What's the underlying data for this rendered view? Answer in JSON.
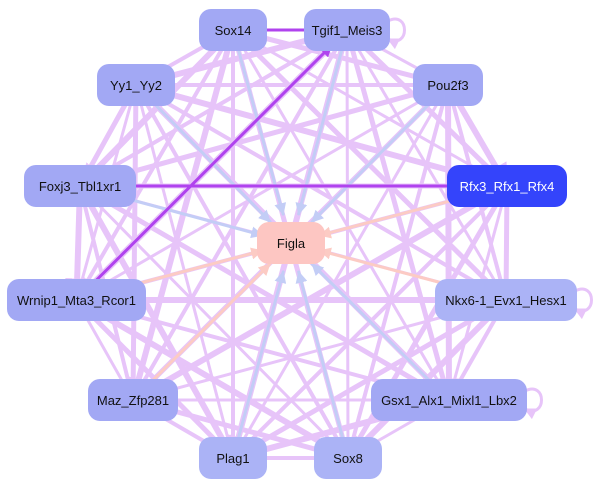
{
  "graph": {
    "nodes": [
      {
        "id": "sox14",
        "label": "Sox14",
        "kind": "regulator"
      },
      {
        "id": "tgif1",
        "label": "Tgif1_Meis3",
        "kind": "regulator"
      },
      {
        "id": "yy1",
        "label": "Yy1_Yy2",
        "kind": "regulator"
      },
      {
        "id": "pou2f3",
        "label": "Pou2f3",
        "kind": "regulator"
      },
      {
        "id": "foxj3",
        "label": "Foxj3_Tbl1xr1",
        "kind": "regulator"
      },
      {
        "id": "rfx3",
        "label": "Rfx3_Rfx1_Rfx4",
        "kind": "highlight"
      },
      {
        "id": "figla",
        "label": "Figla",
        "kind": "target"
      },
      {
        "id": "wrnip1",
        "label": "Wrnip1_Mta3_Rcor1",
        "kind": "regulator"
      },
      {
        "id": "nkx6",
        "label": "Nkx6-1_Evx1_Hesx1",
        "kind": "regulator-light"
      },
      {
        "id": "maz",
        "label": "Maz_Zfp281",
        "kind": "regulator"
      },
      {
        "id": "gsx1",
        "label": "Gsx1_Alx1_Mixl1_Lbx2",
        "kind": "regulator"
      },
      {
        "id": "plag1",
        "label": "Plag1",
        "kind": "regulator-light"
      },
      {
        "id": "sox8",
        "label": "Sox8",
        "kind": "regulator-light"
      }
    ],
    "colors": {
      "regulator": "#a2a8f4",
      "regulator_light": "#abb3f6",
      "target": "#fdc6c2",
      "highlight": "#3444fb",
      "edge_mesh": "#e7c4f9",
      "edge_blue": "#c3cdf6",
      "edge_salmon": "#fccbc4",
      "edge_purple": "#b043ee"
    },
    "self_loops": [
      "tgif1",
      "nkx6",
      "gsx1"
    ],
    "purple_edges": [
      [
        "wrnip1",
        "tgif1"
      ],
      [
        "foxj3",
        "rfx3"
      ],
      [
        "tgif1",
        "sox14"
      ]
    ],
    "blue_edges": [
      [
        "sox14",
        "figla"
      ],
      [
        "tgif1",
        "figla"
      ],
      [
        "pou2f3",
        "figla"
      ],
      [
        "yy1",
        "figla"
      ],
      [
        "plag1",
        "figla"
      ],
      [
        "sox8",
        "figla"
      ],
      [
        "foxj3",
        "figla"
      ],
      [
        "gsx1",
        "figla"
      ]
    ],
    "salmon_edges": [
      [
        "wrnip1",
        "figla"
      ],
      [
        "maz",
        "figla"
      ],
      [
        "nkx6",
        "figla"
      ],
      [
        "rfx3",
        "figla"
      ]
    ]
  }
}
